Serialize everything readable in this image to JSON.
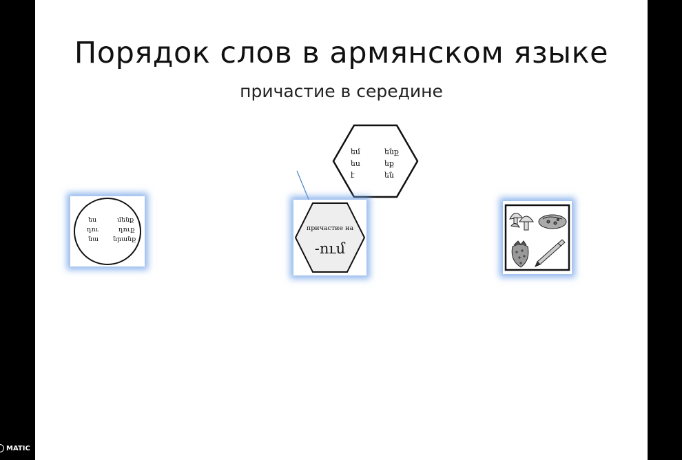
{
  "slide": {
    "title": "Порядок слов в армянском языке",
    "subtitle": "причастие в середине"
  },
  "pronouns_circle": {
    "col1": [
      "ես",
      "դու",
      "նա"
    ],
    "col2": [
      "մենք",
      "դուք",
      "նրանք"
    ]
  },
  "aux_hexagon": {
    "col1": [
      "եմ",
      "ես",
      "է"
    ],
    "col2": [
      "ենք",
      "եք",
      "են"
    ]
  },
  "participle_hexagon": {
    "label": "причастие на",
    "suffix": "-ում"
  },
  "nouns_box": {
    "icons": [
      "mushrooms-icon",
      "loaf-icon",
      "strawberry-icon",
      "pencil-icon"
    ]
  },
  "badge": {
    "label": "MATIC"
  },
  "colors": {
    "selection_glow": "#6ea0e6",
    "connector": "#4a7fc1"
  }
}
